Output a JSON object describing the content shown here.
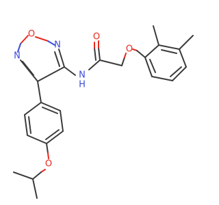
{
  "molecule": {
    "atoms": {
      "o_ring": "O",
      "n_ring_top": "N",
      "n_ring_left": "N",
      "amide_n": "N",
      "amide_h": "H",
      "carbonyl_o": "O",
      "ether_o_right": "O",
      "ether_o_bottom": "O"
    },
    "colors": {
      "bond": "#3a3a3a",
      "oxygen": "#e8291c",
      "nitrogen": "#3a4bd8"
    }
  }
}
